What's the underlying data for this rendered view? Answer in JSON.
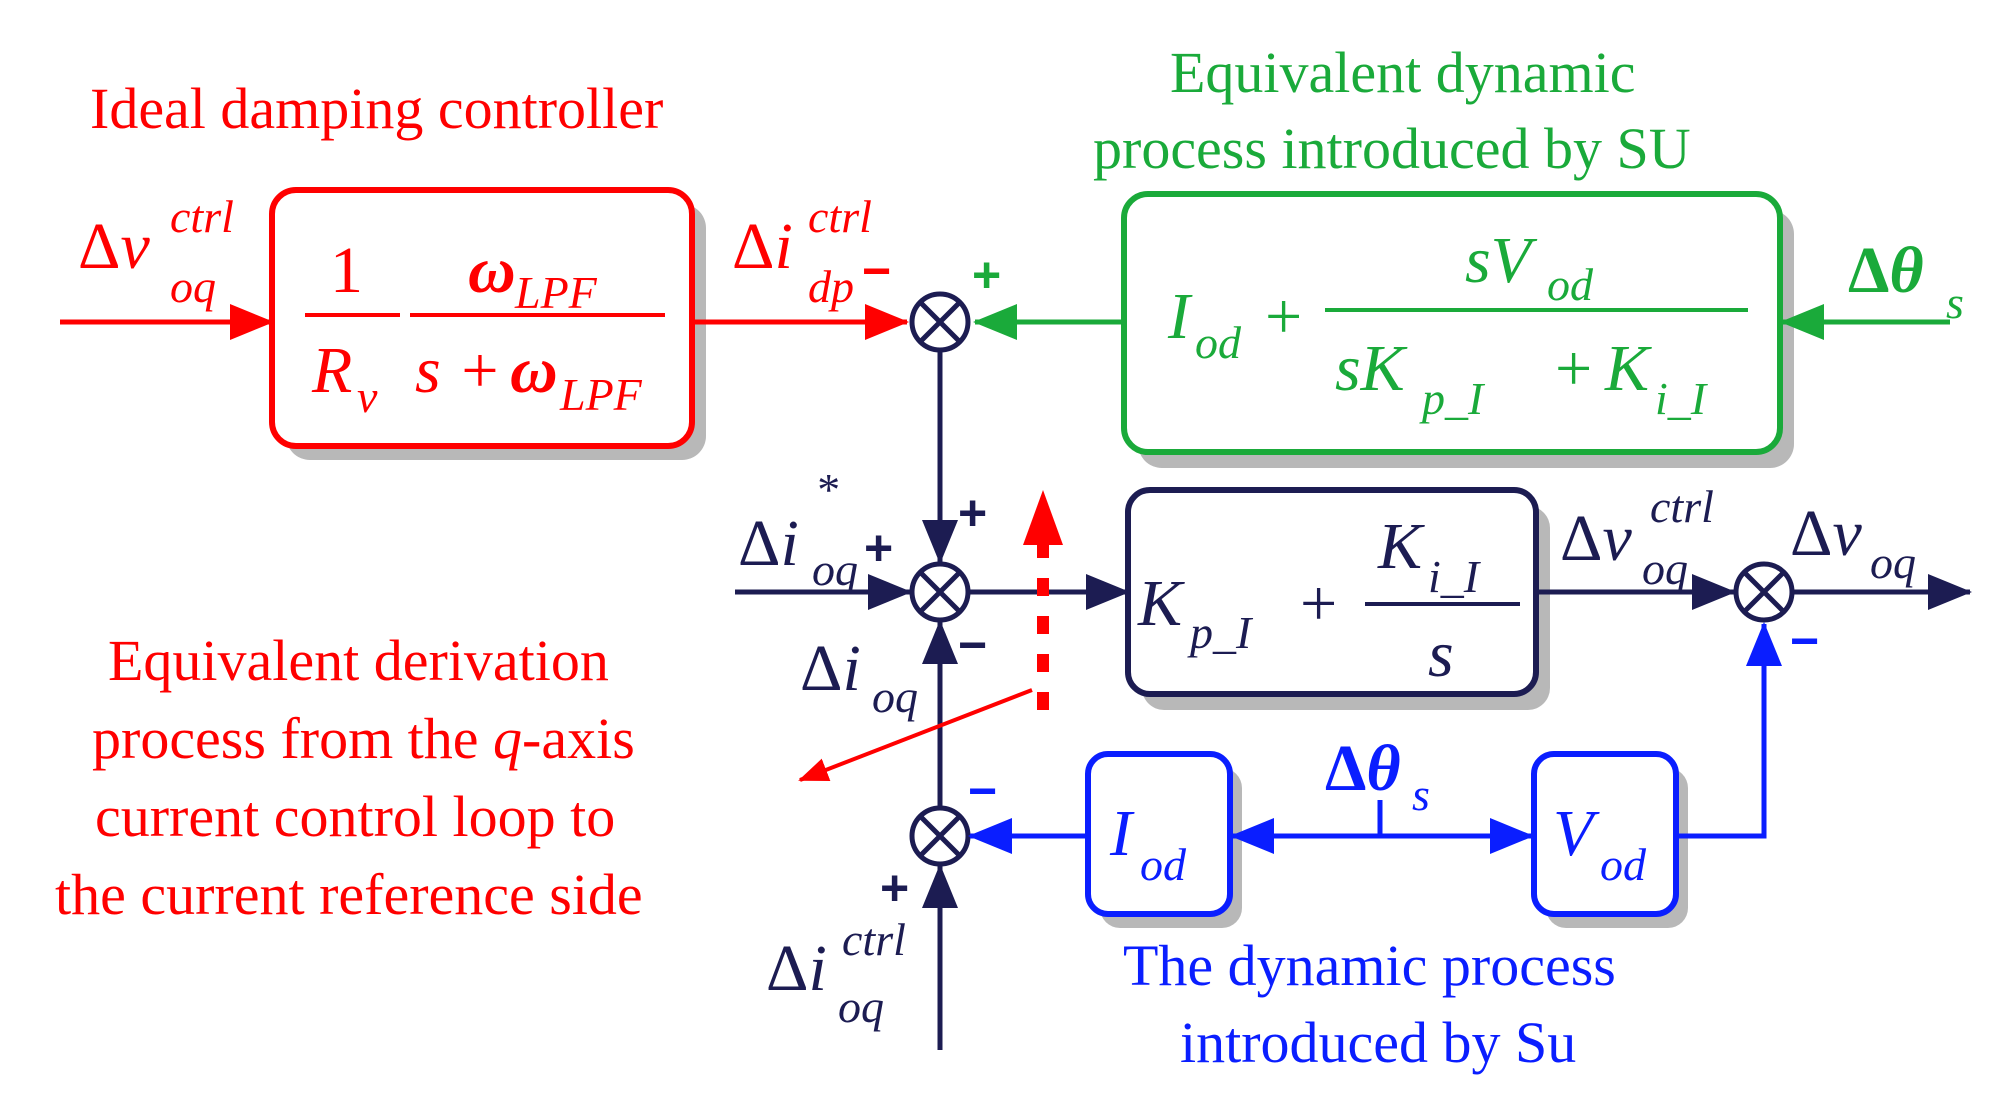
{
  "colors": {
    "red": "#ff0000",
    "green": "#1aaa3a",
    "navy": "#1c1c52",
    "blue": "#0a1eff",
    "shadow": "#b8b8b8"
  },
  "annotations": {
    "ideal_damping": "Ideal damping controller",
    "equiv_dyn_line1": "Equivalent dynamic",
    "equiv_dyn_line2": "process introduced by SU",
    "equiv_deriv_line1": "Equivalent derivation",
    "equiv_deriv_line2_pre": "process from the ",
    "equiv_deriv_line2_q": "q",
    "equiv_deriv_line2_post": "-axis",
    "equiv_deriv_line3": "current control loop to",
    "equiv_deriv_line4": "the current reference side",
    "dyn_su_line1": "The dynamic process",
    "dyn_su_line2": "introduced by Su"
  },
  "signals": {
    "delta": "Δ",
    "v_main": "v",
    "i_main": "i",
    "theta_main": "θ",
    "sub_oq": "oq",
    "sub_dp": "dp",
    "sub_s": "s",
    "sup_ctrl": "ctrl",
    "sup_star": "*"
  },
  "blocks": {
    "damping": {
      "num1": "1",
      "den1_main": "R",
      "den1_sub": "v",
      "num2_main": "ω",
      "num2_sub": "LPF",
      "den2_pre": "s + ",
      "den2_main": "ω",
      "den2_sub": "LPF"
    },
    "su_equiv": {
      "term1_main": "I",
      "term1_sub": "od",
      "plus": "+",
      "num_main": "sV",
      "num_sub": "od",
      "den_a_main": "sK",
      "den_a_sub": "p_I",
      "den_plus": "+",
      "den_b_main": "K",
      "den_b_sub": "i_I"
    },
    "pi": {
      "term1_main": "K",
      "term1_sub": "p_I",
      "plus": "+",
      "num_main": "K",
      "num_sub": "i_I",
      "den": "s"
    },
    "iod": {
      "main": "I",
      "sub": "od"
    },
    "vod": {
      "main": "V",
      "sub": "od"
    }
  },
  "signs": {
    "plus": "+",
    "minus": "−"
  }
}
